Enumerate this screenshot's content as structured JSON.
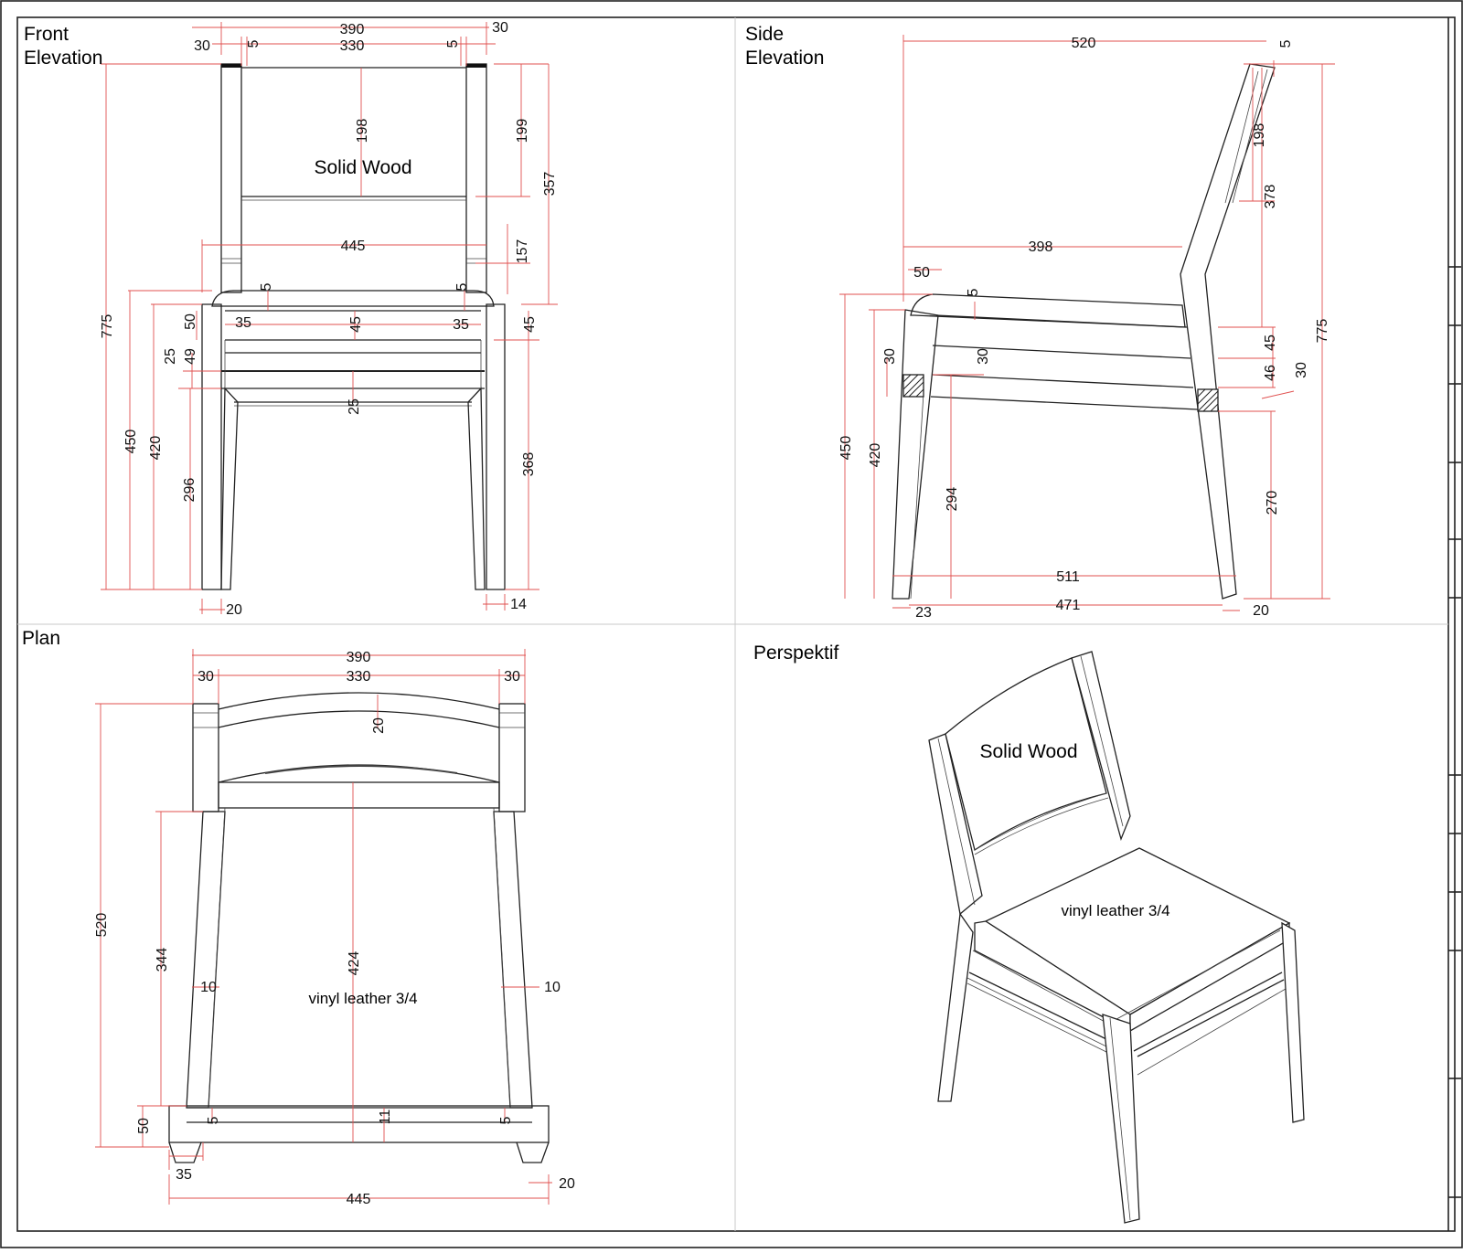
{
  "colors": {
    "dimension_line": "#e0504f",
    "drawing_line": "#222222",
    "background": "#ffffff"
  },
  "views": {
    "front": {
      "title_line1": "Front",
      "title_line2": "Elevation",
      "material": "Solid Wood",
      "dims": [
        "390",
        "30",
        "5",
        "330",
        "5",
        "30",
        "198",
        "199",
        "357",
        "445",
        "157",
        "5",
        "5",
        "775",
        "50",
        "35",
        "45",
        "35",
        "45",
        "25",
        "49",
        "450",
        "420",
        "296",
        "25",
        "368",
        "20",
        "14"
      ]
    },
    "side": {
      "title_line1": "Side",
      "title_line2": "Elevation",
      "dims": [
        "520",
        "5",
        "198",
        "378",
        "398",
        "50",
        "5",
        "775",
        "45",
        "30",
        "30",
        "46",
        "30",
        "450",
        "420",
        "294",
        "270",
        "511",
        "471",
        "23",
        "20"
      ]
    },
    "plan": {
      "title": "Plan",
      "material": "vinyl leather 3/4",
      "dims": [
        "390",
        "30",
        "330",
        "30",
        "20",
        "520",
        "344",
        "424",
        "10",
        "10",
        "50",
        "5",
        "11",
        "5",
        "35",
        "445",
        "20"
      ]
    },
    "perspective": {
      "title": "Perspektif",
      "material_back": "Solid Wood",
      "material_seat": "vinyl leather 3/4"
    }
  }
}
